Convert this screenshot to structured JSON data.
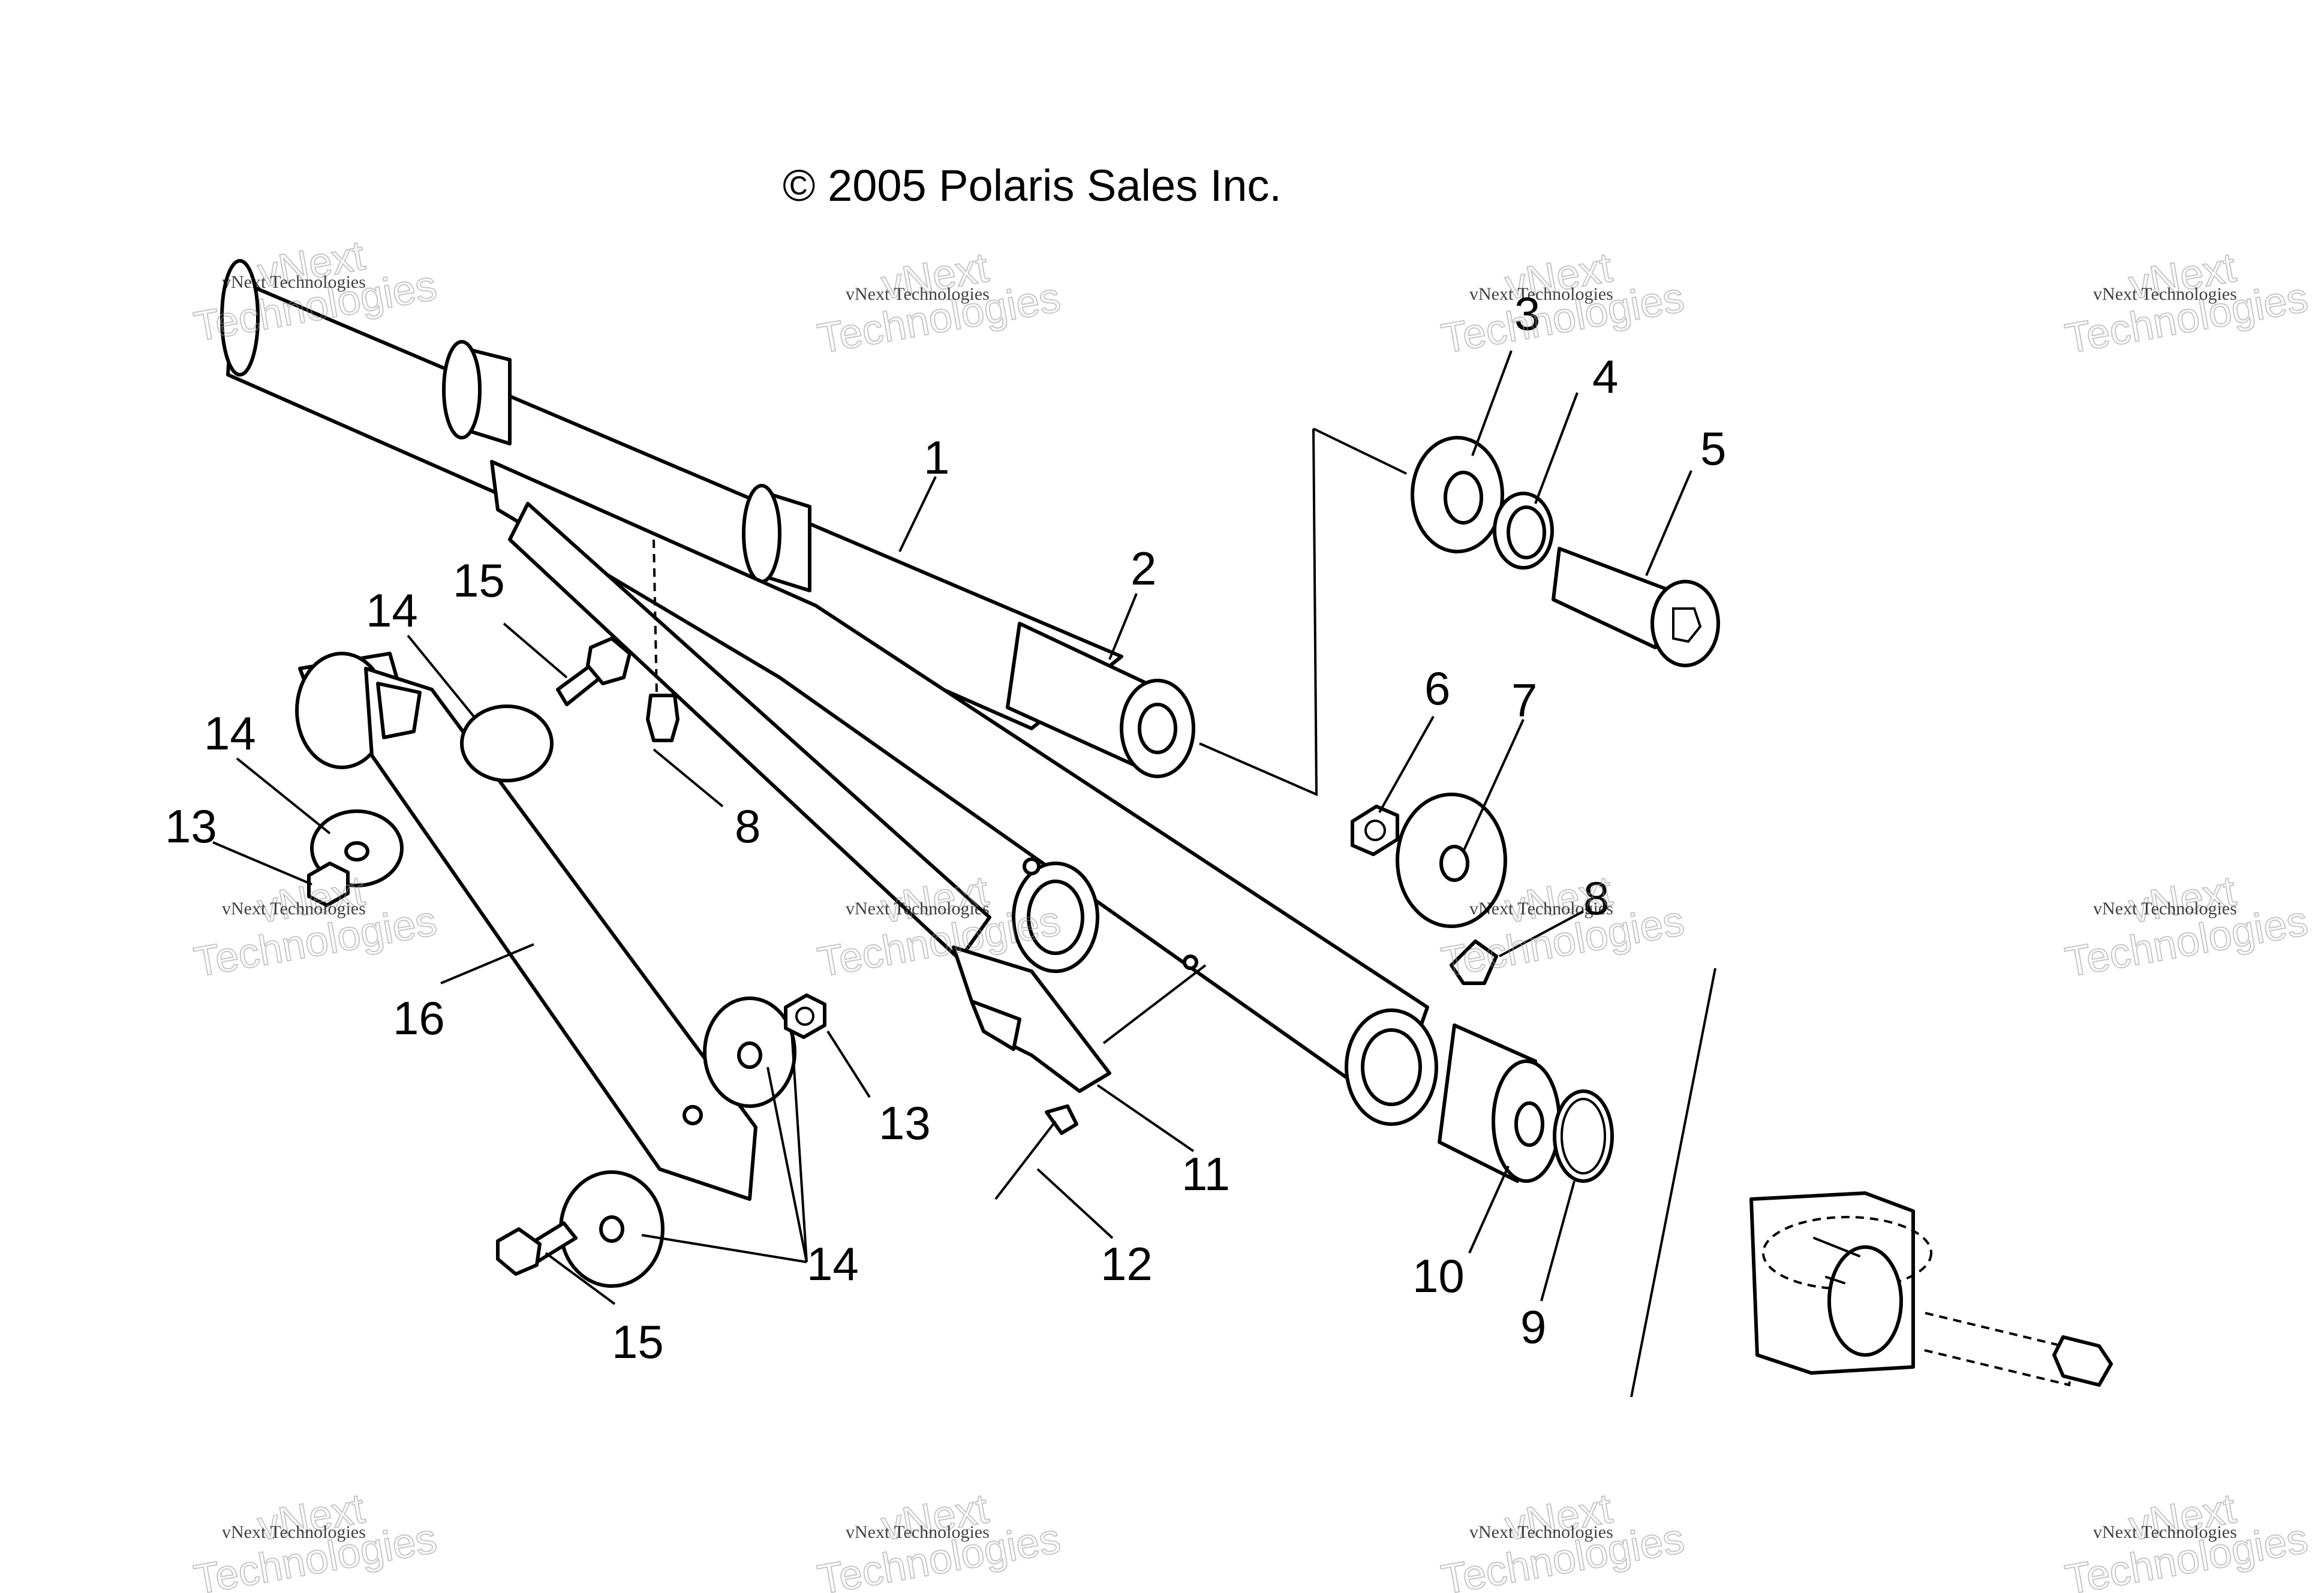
{
  "copyright": "© 2005 Polaris Sales Inc.",
  "watermark": {
    "small_text": "vNext Technologies",
    "large_line1": "vNext",
    "large_line2": "Technologies"
  },
  "callouts": [
    "1",
    "2",
    "3",
    "4",
    "5",
    "6",
    "7",
    "8",
    "8",
    "9",
    "10",
    "11",
    "12",
    "13",
    "13",
    "14",
    "14",
    "14",
    "15",
    "15",
    "16"
  ]
}
